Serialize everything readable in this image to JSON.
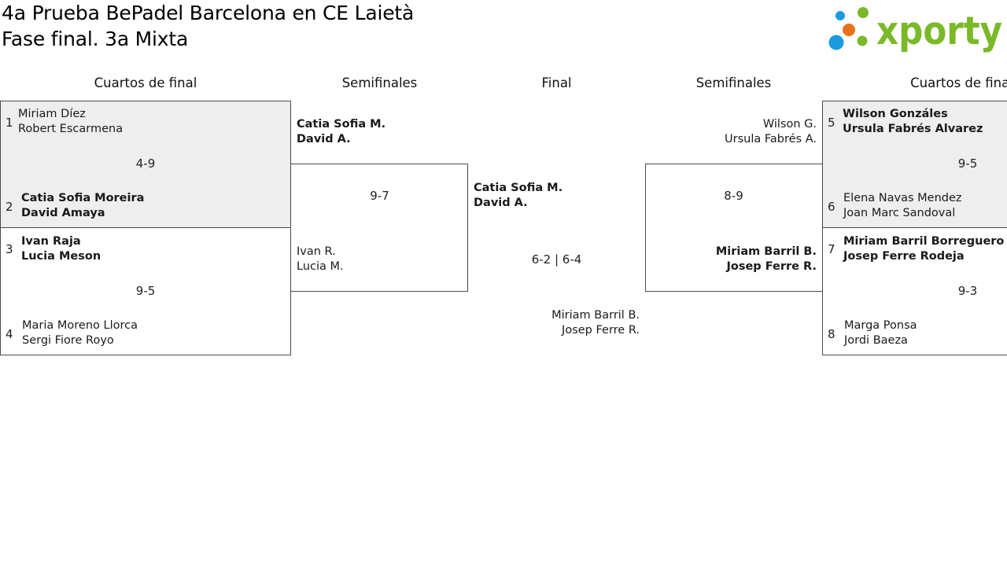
{
  "header": {
    "title_line1": "4a Prueba BePadel Barcelona en CE Laietà",
    "title_line2": "Fase final. 3a Mixta",
    "logo_text": "xporty",
    "logo_colors": {
      "blue": "#1a9be0",
      "orange": "#e8711a",
      "green": "#7ab928"
    }
  },
  "columns": {
    "quarter_left": "Cuartos de final",
    "semi_left": "Semifinales",
    "final": "Final",
    "semi_right": "Semifinales",
    "quarter_right": "Cuartos de final"
  },
  "quarterfinals": [
    {
      "top": {
        "seed": "1",
        "p1": "Miriam Díez",
        "p2": "Robert Escarmena",
        "winner": false
      },
      "bottom": {
        "seed": "2",
        "p1": "Catia Sofia Moreira",
        "p2": "David Amaya",
        "winner": true
      },
      "score": "4-9"
    },
    {
      "top": {
        "seed": "3",
        "p1": "Ivan Raja",
        "p2": "Lucia Meson",
        "winner": true
      },
      "bottom": {
        "seed": "4",
        "p1": "Maria Moreno Llorca",
        "p2": "Sergi Fiore Royo",
        "winner": false
      },
      "score": "9-5"
    },
    {
      "top": {
        "seed": "5",
        "p1": "Wilson Gonzáles",
        "p2": "Ursula Fabrés Alvarez",
        "winner": true
      },
      "bottom": {
        "seed": "6",
        "p1": "Elena Navas Mendez",
        "p2": "Joan Marc Sandoval",
        "winner": false
      },
      "score": "9-5"
    },
    {
      "top": {
        "seed": "7",
        "p1": "Miriam Barril Borreguero",
        "p2": "Josep Ferre Rodeja",
        "winner": true
      },
      "bottom": {
        "seed": "8",
        "p1": "Marga Ponsa",
        "p2": "Jordi Baeza",
        "winner": false
      },
      "score": "9-3"
    }
  ],
  "semifinals": [
    {
      "top": {
        "p1": "Catia Sofia M.",
        "p2": "David A.",
        "winner": true
      },
      "bottom": {
        "p1": "Ivan R.",
        "p2": "Lucia M.",
        "winner": false
      },
      "score": "9-7"
    },
    {
      "top": {
        "p1": "Wilson G.",
        "p2": "Ursula Fabrés A.",
        "winner": false
      },
      "bottom": {
        "p1": "Miriam Barril B.",
        "p2": "Josep Ferre R.",
        "winner": true
      },
      "score": "8-9"
    }
  ],
  "final": {
    "top": {
      "p1": "Catia Sofia M.",
      "p2": "David A.",
      "winner": true
    },
    "bottom": {
      "p1": "Miriam Barril B.",
      "p2": "Josep Ferre R.",
      "winner": false
    },
    "score": "6-2 | 6-4"
  }
}
